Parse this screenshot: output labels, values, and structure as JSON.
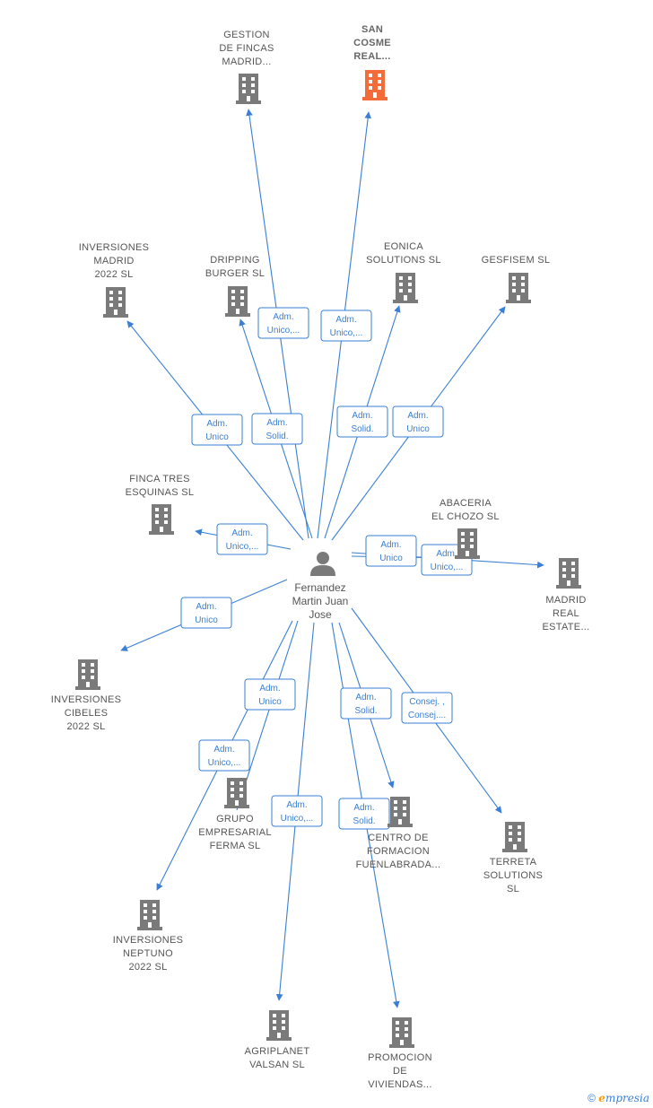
{
  "center": {
    "name_lines": [
      "Fernandez",
      "Martin Juan",
      "Jose"
    ],
    "icon": "person-icon"
  },
  "colors": {
    "edge": "#3a7fd5",
    "node": "#7a7a7a",
    "highlight": "#f26b38"
  },
  "nodes": [
    {
      "id": "gestion",
      "lines": [
        "GESTION",
        "DE FINCAS",
        "MADRID..."
      ],
      "highlight": false
    },
    {
      "id": "sancosme",
      "lines": [
        "SAN",
        "COSME",
        "REAL..."
      ],
      "highlight": true
    },
    {
      "id": "invmadrid",
      "lines": [
        "INVERSIONES",
        "MADRID",
        "2022  SL"
      ],
      "highlight": false
    },
    {
      "id": "dripping",
      "lines": [
        "DRIPPING",
        "BURGER  SL"
      ],
      "highlight": false
    },
    {
      "id": "eonica",
      "lines": [
        "EONICA",
        "SOLUTIONS SL"
      ],
      "highlight": false
    },
    {
      "id": "gesfisem",
      "lines": [
        "GESFISEM  SL"
      ],
      "highlight": false
    },
    {
      "id": "fincatres",
      "lines": [
        "FINCA TRES",
        "ESQUINAS  SL"
      ],
      "highlight": false
    },
    {
      "id": "abaceria",
      "lines": [
        "ABACERIA",
        "EL CHOZO  SL"
      ],
      "highlight": false
    },
    {
      "id": "madridreal",
      "lines": [
        "MADRID",
        "REAL",
        "ESTATE..."
      ],
      "highlight": false
    },
    {
      "id": "invcibeles",
      "lines": [
        "INVERSIONES",
        "CIBELES",
        "2022  SL"
      ],
      "highlight": false
    },
    {
      "id": "grupo",
      "lines": [
        "GRUPO",
        "EMPRESARIAL",
        "FERMA SL"
      ],
      "highlight": false
    },
    {
      "id": "centro",
      "lines": [
        "CENTRO DE",
        "FORMACION",
        "FUENLABRADA..."
      ],
      "highlight": false
    },
    {
      "id": "terreta",
      "lines": [
        "TERRETA",
        "SOLUTIONS",
        "SL"
      ],
      "highlight": false
    },
    {
      "id": "invneptuno",
      "lines": [
        "INVERSIONES",
        "NEPTUNO",
        "2022  SL"
      ],
      "highlight": false
    },
    {
      "id": "agriplanet",
      "lines": [
        "AGRIPLANET",
        "VALSAN  SL"
      ],
      "highlight": false
    },
    {
      "id": "promocion",
      "lines": [
        "PROMOCION",
        "DE",
        "VIVIENDAS..."
      ],
      "highlight": false
    }
  ],
  "edges": [
    {
      "to": "gestion",
      "label": [
        "Adm.",
        "Unico,..."
      ]
    },
    {
      "to": "sancosme",
      "label": [
        "Adm.",
        "Unico,..."
      ]
    },
    {
      "to": "invmadrid",
      "label": [
        "Adm.",
        "Unico"
      ]
    },
    {
      "to": "dripping",
      "label": [
        "Adm.",
        "Solid."
      ]
    },
    {
      "to": "eonica",
      "label": [
        "Adm.",
        "Solid."
      ]
    },
    {
      "to": "gesfisem",
      "label": [
        "Adm.",
        "Unico"
      ]
    },
    {
      "to": "fincatres",
      "label": [
        "Adm.",
        "Unico,..."
      ]
    },
    {
      "to": "abaceria",
      "label": [
        "Adm.",
        "Unico"
      ]
    },
    {
      "to": "madridreal",
      "label": [
        "Adm.",
        "Unico,..."
      ]
    },
    {
      "to": "invcibeles",
      "label": [
        "Adm.",
        "Unico"
      ]
    },
    {
      "to": "grupo",
      "label": [
        "Adm.",
        "Unico"
      ]
    },
    {
      "to": "invneptuno",
      "label": [
        "Adm.",
        "Unico,..."
      ]
    },
    {
      "to": "agriplanet",
      "label": [
        "Adm.",
        "Unico,..."
      ]
    },
    {
      "to": "centro",
      "label": [
        "Adm.",
        "Solid."
      ]
    },
    {
      "to": "promocion",
      "label": [
        "Adm.",
        "Solid."
      ]
    },
    {
      "to": "terreta",
      "label": [
        "Consej. ,",
        "Consej...."
      ]
    }
  ],
  "footer": {
    "copyright": "©",
    "brand_initial": "e",
    "brand_rest": "mpresia"
  }
}
